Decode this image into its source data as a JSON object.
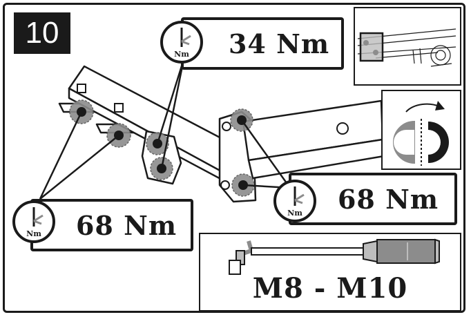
{
  "step_number": "10",
  "torque": {
    "top": "34 Nm",
    "right": "68 Nm",
    "left": "68 Nm"
  },
  "torque_unit_label": "Nm",
  "tool_size": "M8 - M10",
  "icons": {
    "torque_wrench": "torque-wrench-icon",
    "rotation": "rotation-half-circle-icon",
    "socket_wrench": "socket-wrench-icon",
    "location_thumbnail": "vehicle-location-thumbnail"
  },
  "colors": {
    "ink": "#1a1a1a",
    "highlight_gray": "#8c8c8c",
    "light_gray": "#bdbdbd"
  }
}
